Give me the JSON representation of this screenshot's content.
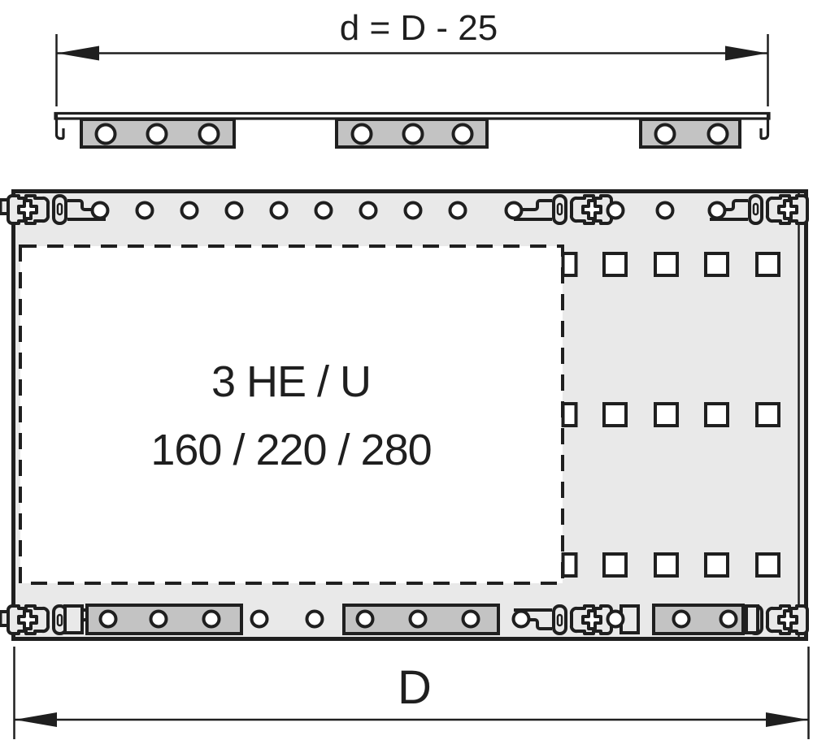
{
  "labels": {
    "top_dimension": "d = D - 25",
    "panel_line1": "3 HE / U",
    "panel_line2": "160 / 220 / 280",
    "bottom_dimension": "D"
  },
  "colors": {
    "line": "#1f1f1f",
    "body_fill": "#e9e9e9",
    "bar_fill": "#c3c3c3",
    "background": "#ffffff"
  }
}
